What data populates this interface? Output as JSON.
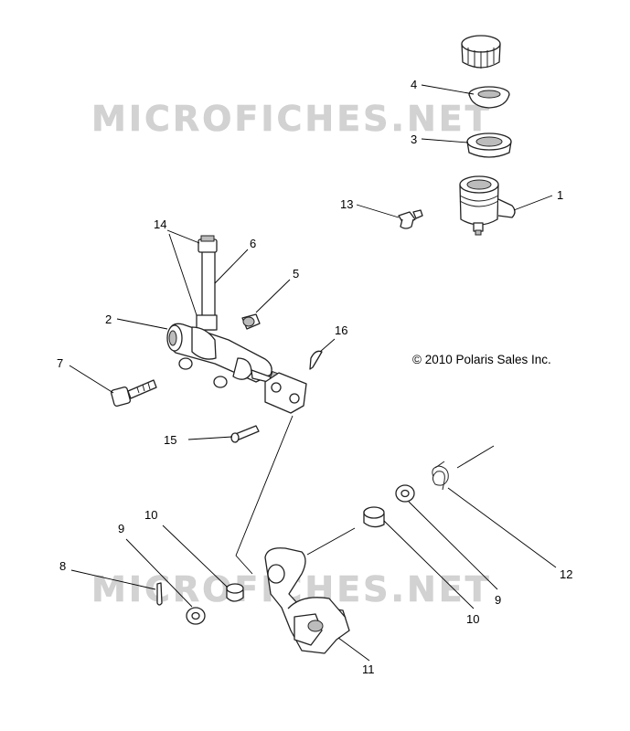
{
  "copyright": "© 2010 Polaris Sales Inc.",
  "watermark": "MICROFICHES.NET",
  "callouts": {
    "c1": "1",
    "c2": "2",
    "c3": "3",
    "c4": "4",
    "c5": "5",
    "c6": "6",
    "c7": "7",
    "c8": "8",
    "c9a": "9",
    "c9b": "9",
    "c10a": "10",
    "c10b": "10",
    "c11": "11",
    "c12": "12",
    "c13": "13",
    "c14": "14",
    "c15": "15",
    "c16": "16"
  }
}
